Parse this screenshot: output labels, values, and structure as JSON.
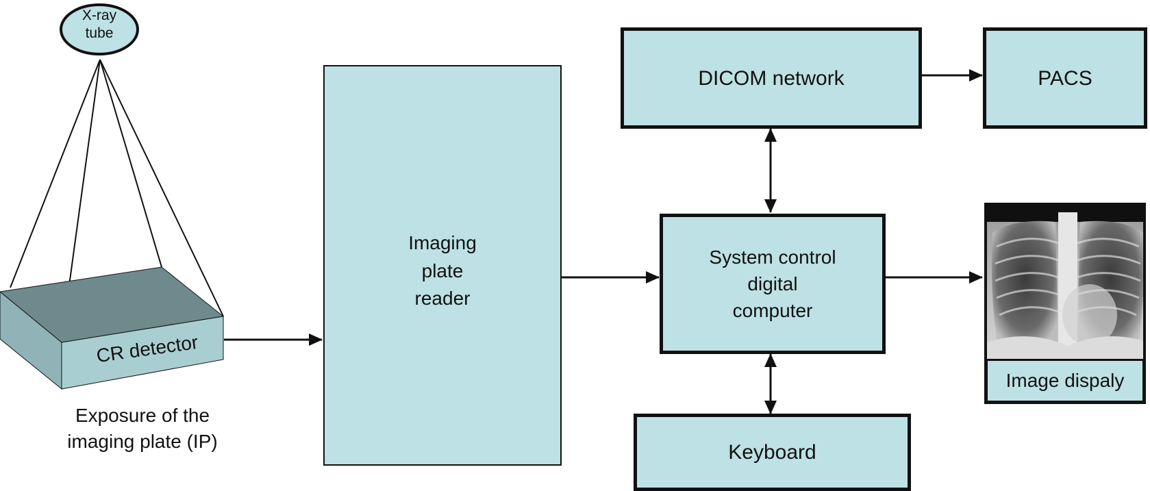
{
  "diagram": {
    "xray_tube": {
      "label": "X-ray\ntube"
    },
    "cr_detector": {
      "label": "CR detector"
    },
    "exposure_caption": "Exposure of the\nimaging plate (IP)",
    "imaging_plate_reader": {
      "label": "Imaging\nplate\nreader"
    },
    "dicom_network": {
      "label": "DICOM network"
    },
    "pacs": {
      "label": "PACS"
    },
    "system_control": {
      "label": "System control\ndigital\ncomputer"
    },
    "keyboard": {
      "label": "Keyboard"
    },
    "image_display": {
      "label": "Image dispaly"
    }
  },
  "colors": {
    "box_fill": "#bde1e4",
    "box_stroke": "#111111",
    "detector_top": "#6f8a8c",
    "detector_front": "#a9ced2",
    "detector_side": "#8fb3b6"
  }
}
